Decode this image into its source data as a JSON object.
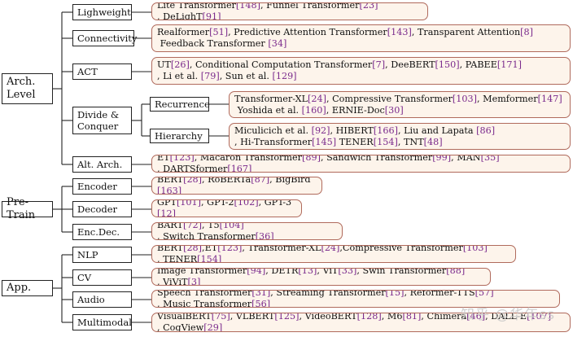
{
  "roots": [
    {
      "id": "arch",
      "label": "Arch. Level",
      "children": [
        {
          "id": "lighweight",
          "label": "Lighweight",
          "leaf": [
            "Lite Transformer",
            "[148]",
            ", Funnel Transformer",
            "[23]",
            ", DeLighT",
            "[91]"
          ]
        },
        {
          "id": "connectivity",
          "label": "Connectivity",
          "leaf": [
            "Realformer",
            "[51]",
            ", Predictive Attention Transformer",
            "[143]",
            ", Transparent Attention",
            "[8]",
            " Feedback Transformer ",
            "[34]"
          ]
        },
        {
          "id": "act",
          "label": "ACT",
          "leaf": [
            "UT",
            "[26]",
            ", Conditional Computation Transformer",
            "[7]",
            ", DeeBERT",
            "[150]",
            ", PABEE",
            "[171]",
            ", Li et al. ",
            "[79]",
            ", Sun et al. ",
            "[129]"
          ]
        },
        {
          "id": "divide",
          "label": "Divide & Conquer",
          "children": [
            {
              "id": "recurrence",
              "label": "Recurrence",
              "leaf": [
                "Transformer-XL",
                "[24]",
                ", Compressive Transformer",
                "[103]",
                ", Memformer",
                "[147]",
                " Yoshida et al. ",
                "[160]",
                ", ERNIE-Doc",
                "[30]"
              ]
            },
            {
              "id": "hierarchy",
              "label": "Hierarchy",
              "leaf": [
                "Miculicich et al. ",
                "[92]",
                ", HIBERT",
                "[166]",
                ", Liu and Lapata ",
                "[86]",
                ", Hi-Transformer",
                "[145]",
                " TENER",
                "[154]",
                ", TNT",
                "[48]"
              ]
            }
          ]
        },
        {
          "id": "altarch",
          "label": "Alt. Arch.",
          "leaf": [
            "ET",
            "[123]",
            ", Macaron Transformer",
            "[89]",
            ", Sandwich Transformer",
            "[99]",
            ", MAN",
            "[35]",
            ", DARTSformer",
            "[167]"
          ]
        }
      ]
    },
    {
      "id": "pretrain",
      "label": "Pre-Train",
      "children": [
        {
          "id": "encoder",
          "label": "Encoder",
          "leaf": [
            "BERT",
            "[28]",
            ", RoBERTa",
            "[87]",
            ", BigBird",
            "[163]"
          ]
        },
        {
          "id": "decoder",
          "label": "Decoder",
          "leaf": [
            "GPT",
            "[101]",
            ", GPT-2",
            "[102]",
            ", GPT-3",
            "[12]"
          ]
        },
        {
          "id": "encdec",
          "label": "Enc.Dec.",
          "leaf": [
            "BART",
            "[72]",
            ", T5",
            "[104]",
            ", Switch Transformer",
            "[36]"
          ]
        }
      ]
    },
    {
      "id": "app",
      "label": "App.",
      "children": [
        {
          "id": "nlp",
          "label": "NLP",
          "leaf": [
            "BERT",
            "[28]",
            ",ET",
            "[123]",
            ", Transformer-XL",
            "[24]",
            ",Compressive Transformer",
            "[103]",
            ", TENER",
            "[154]"
          ]
        },
        {
          "id": "cv",
          "label": "CV",
          "leaf": [
            "Image Transformer",
            "[94]",
            ", DETR",
            "[13]",
            ", ViT",
            "[33]",
            ", Swin Transformer",
            "[88]",
            ", ViViT",
            "[3]"
          ]
        },
        {
          "id": "audio",
          "label": "Audio",
          "leaf": [
            "Speech Transformer",
            "[31]",
            ", Streaming Transformer",
            "[15]",
            ", Reformer-TTS",
            "[57]",
            ", Music Transformer",
            "[56]"
          ]
        },
        {
          "id": "multimodal",
          "label": "Multimodal",
          "leaf": [
            "VisualBERT",
            "[75]",
            ", VLBERT",
            "[125]",
            ", VideoBERT",
            "[128]",
            ", M6",
            "[81]",
            ", Chimera",
            "[46]",
            ", DALL-E",
            "[107]",
            ", CogView",
            "[29]"
          ]
        }
      ]
    }
  ],
  "watermark": "知乎 @华年ss",
  "colors": {
    "ref": "#7a2a8c",
    "leaf_border": "#b06a5c",
    "leaf_fill": "#fdf4eb",
    "line": "#222222"
  }
}
